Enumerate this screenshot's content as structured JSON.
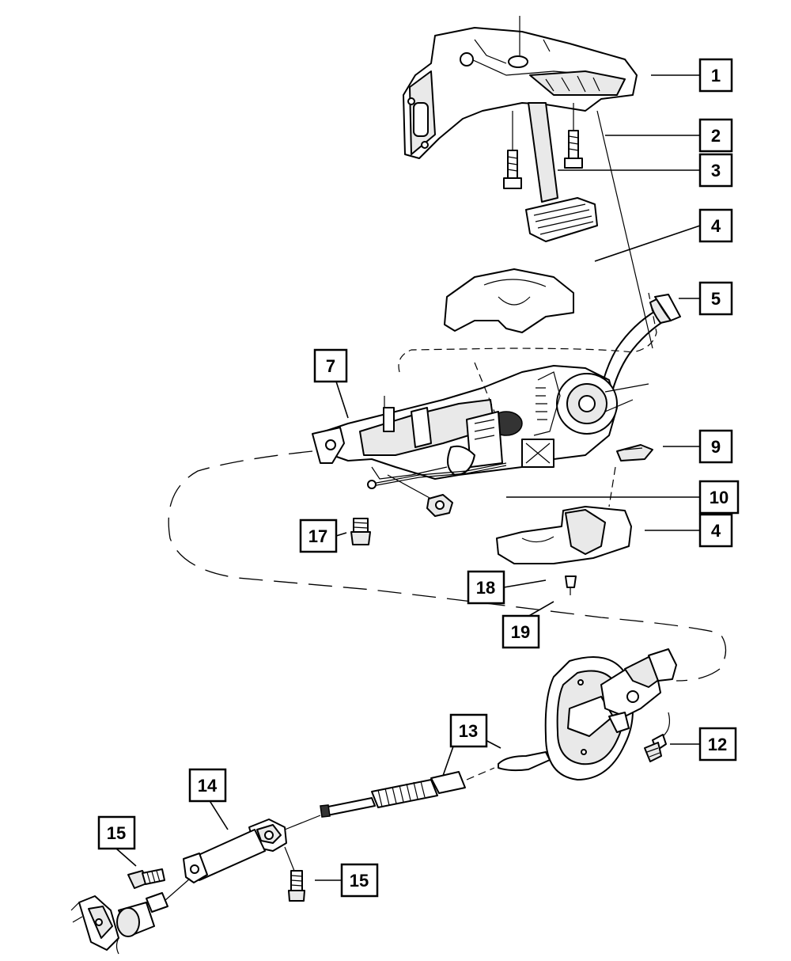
{
  "callouts": [
    {
      "id": "c1",
      "label": "1"
    },
    {
      "id": "c2",
      "label": "2"
    },
    {
      "id": "c3",
      "label": "3"
    },
    {
      "id": "c4a",
      "label": "4"
    },
    {
      "id": "c5",
      "label": "5"
    },
    {
      "id": "c7",
      "label": "7"
    },
    {
      "id": "c9",
      "label": "9"
    },
    {
      "id": "c10",
      "label": "10"
    },
    {
      "id": "c4b",
      "label": "4"
    },
    {
      "id": "c17",
      "label": "17"
    },
    {
      "id": "c18",
      "label": "18"
    },
    {
      "id": "c19",
      "label": "19"
    },
    {
      "id": "c13",
      "label": "13"
    },
    {
      "id": "c12",
      "label": "12"
    },
    {
      "id": "c14",
      "label": "14"
    },
    {
      "id": "c15a",
      "label": "15"
    },
    {
      "id": "c15b",
      "label": "15"
    }
  ]
}
